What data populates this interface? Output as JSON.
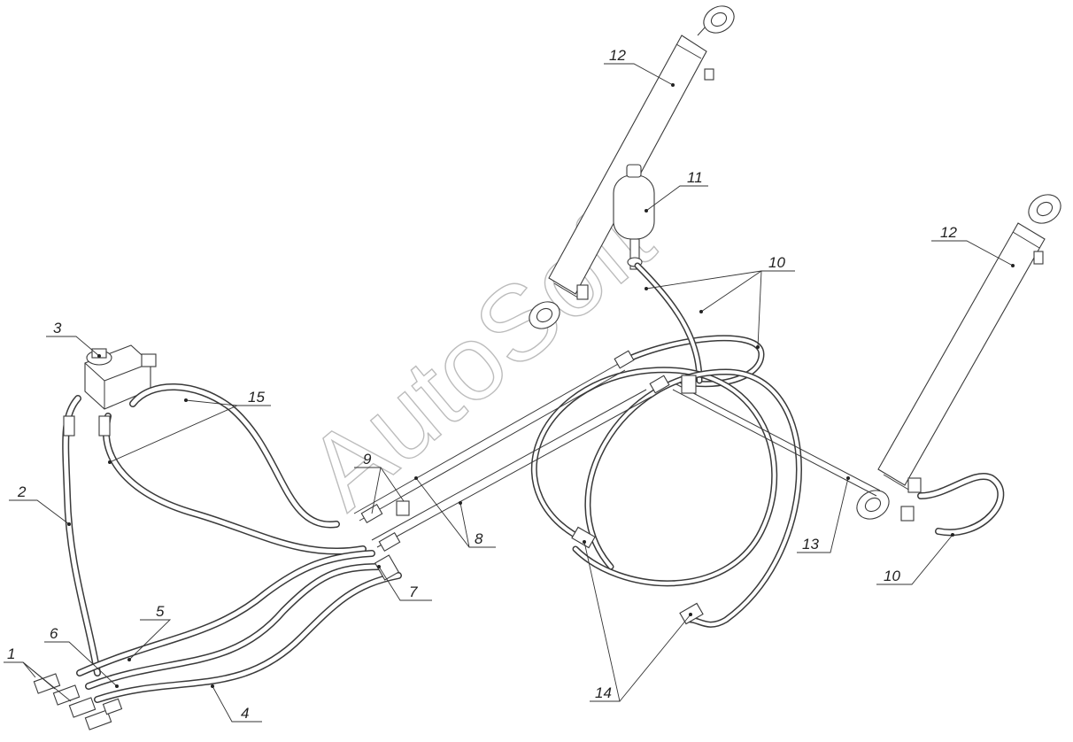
{
  "diagram": {
    "watermark": "AutoSoft",
    "callouts": [
      {
        "id": "c1",
        "text": "1"
      },
      {
        "id": "c2",
        "text": "2"
      },
      {
        "id": "c3",
        "text": "3"
      },
      {
        "id": "c4",
        "text": "4"
      },
      {
        "id": "c5",
        "text": "5"
      },
      {
        "id": "c6",
        "text": "6"
      },
      {
        "id": "c7",
        "text": "7"
      },
      {
        "id": "c8",
        "text": "8"
      },
      {
        "id": "c9",
        "text": "9"
      },
      {
        "id": "c10a",
        "text": "10"
      },
      {
        "id": "c10b",
        "text": "10"
      },
      {
        "id": "c11",
        "text": "11"
      },
      {
        "id": "c12a",
        "text": "12"
      },
      {
        "id": "c12b",
        "text": "12"
      },
      {
        "id": "c13",
        "text": "13"
      },
      {
        "id": "c14",
        "text": "14"
      },
      {
        "id": "c15",
        "text": "15"
      }
    ],
    "colors": {
      "line": "#3a3a3a",
      "watermark": "#bcbcbc",
      "background": "#ffffff"
    }
  }
}
